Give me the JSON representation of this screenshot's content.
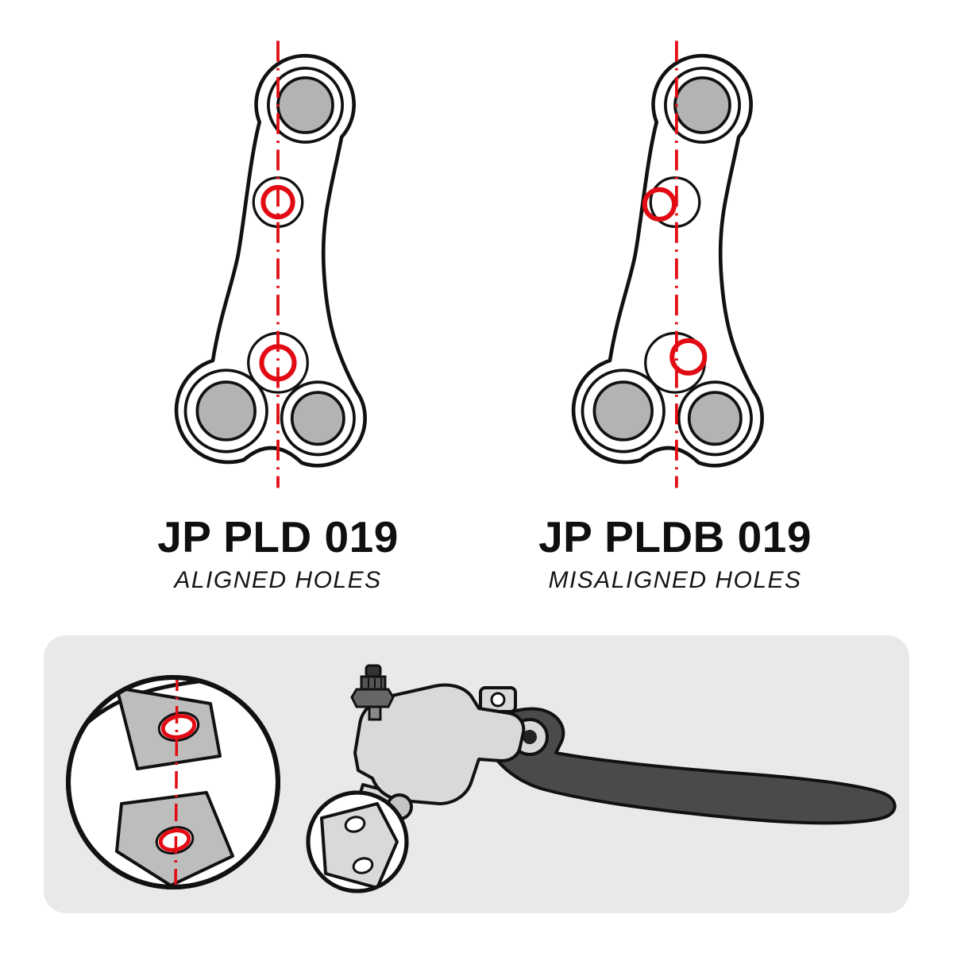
{
  "colors": {
    "accent_red": "#e30b13",
    "metal_gray": "#b3b3b3",
    "light_body_gray": "#d9d9d9",
    "lever_dark_gray": "#4a4a4a",
    "panel_gray": "#e9e9e9",
    "outline_black": "#111111",
    "background": "#ffffff"
  },
  "figures": [
    {
      "id": "jp-pld-019",
      "title": "JP PLD 019",
      "subtitle": "ALIGNED HOLES",
      "alignment": "aligned"
    },
    {
      "id": "jp-pldb-019",
      "title": "JP PLDB 019",
      "subtitle": "MISALIGNED HOLES",
      "alignment": "misaligned"
    }
  ],
  "illustrations": {
    "left_figure": "brake-lever-bracket-aligned-holes-illustration",
    "right_figure": "brake-lever-bracket-misaligned-holes-illustration",
    "bottom_panel": "brake-master-cylinder-lever-with-magnified-hole-alignment-illustration"
  }
}
